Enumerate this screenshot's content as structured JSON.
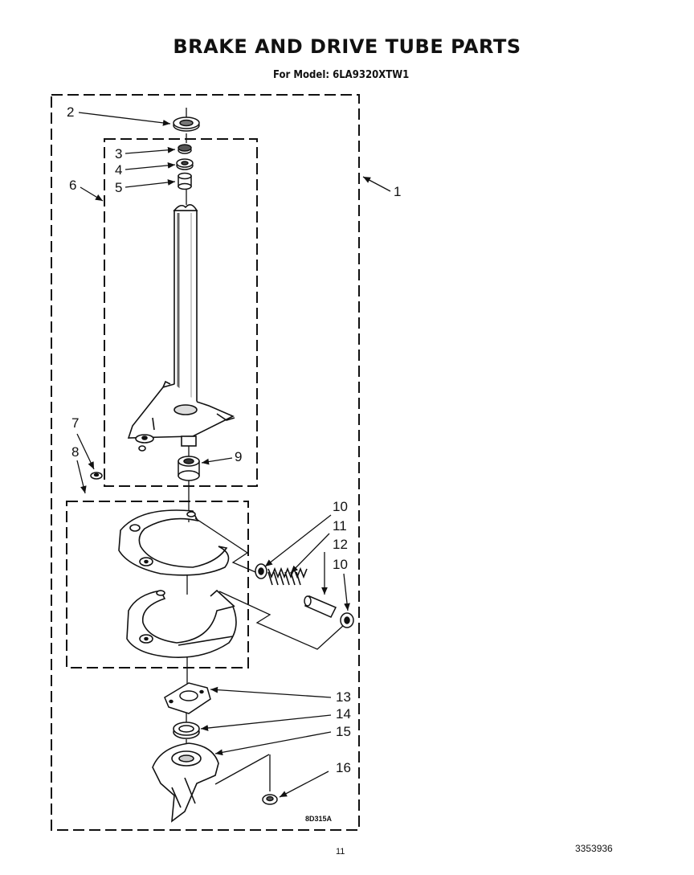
{
  "header": {
    "title": "BRAKE AND DRIVE TUBE PARTS",
    "subtitle": "For Model: 6LA9320XTW1"
  },
  "diagram": {
    "callouts": [
      "1",
      "2",
      "3",
      "4",
      "5",
      "6",
      "7",
      "8",
      "9",
      "10",
      "11",
      "12",
      "10",
      "13",
      "14",
      "15",
      "16"
    ],
    "figure_code": "8D315A"
  },
  "footer": {
    "page_number": "11",
    "document_number": "3353936"
  }
}
